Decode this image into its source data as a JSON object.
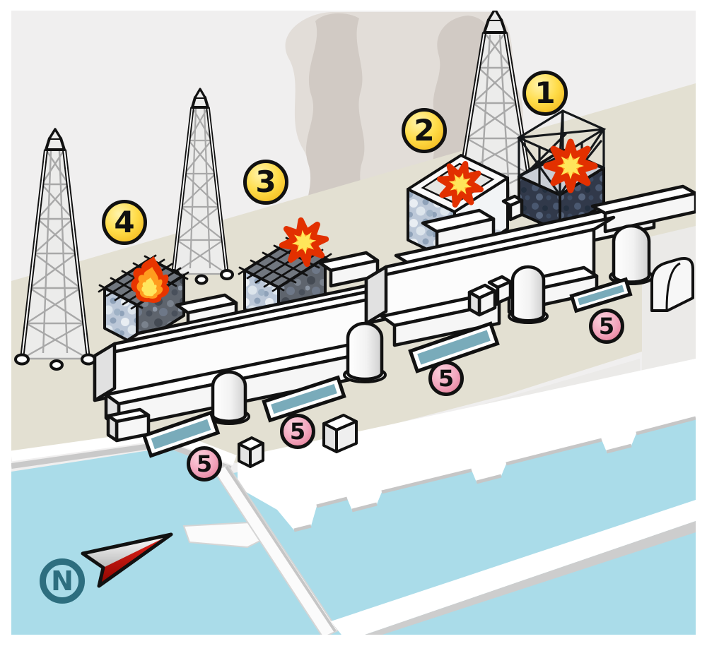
{
  "unit_markers": [
    {
      "label": "1"
    },
    {
      "label": "2"
    },
    {
      "label": "3"
    },
    {
      "label": "4"
    }
  ],
  "pool_markers": [
    {
      "label": "5"
    },
    {
      "label": "5"
    },
    {
      "label": "5"
    },
    {
      "label": "5"
    }
  ],
  "compass": {
    "north_label": "N"
  },
  "icons": {
    "explosion": "explosion-starburst-icon",
    "fire": "flame-icon",
    "north_arrow": "north-arrow-icon",
    "smoke": "smoke-plume",
    "tower": "transmission-tower"
  },
  "colors": {
    "page_border": "#FFFFFF",
    "background": "#F0EFEF",
    "land": "#E3E0D2",
    "terrace": "#EBEAE8",
    "sea_water": "#AADCE9",
    "pool_water": "#79ABBA",
    "structure_white": "#FFFFFF",
    "outline": "#111111",
    "marker_yellow": "#FFD943",
    "marker_pink": "#F0A2BB",
    "explosion_red": "#E23000",
    "explosion_orange": "#FF9D1E",
    "explosion_yellow": "#FFE65A",
    "smoke_gray": "#D1CAC4",
    "compass_teal": "#2D6E7F",
    "arrow_red": "#C9100A"
  }
}
